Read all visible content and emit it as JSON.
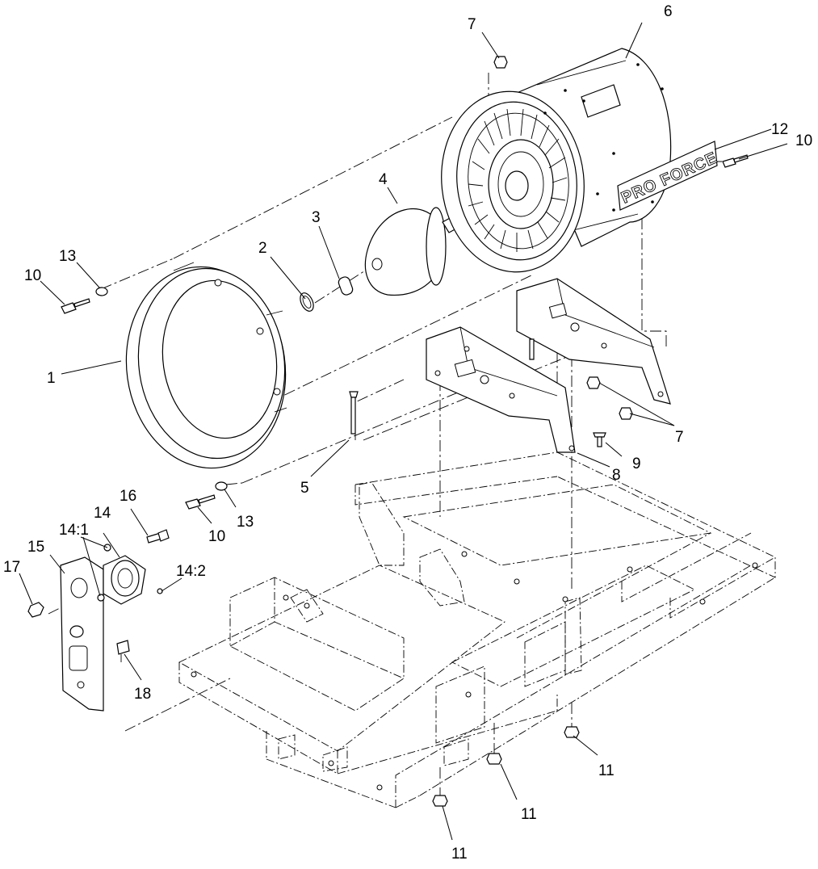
{
  "diagram": {
    "brand_text": "PRO FORCE",
    "callouts": [
      {
        "id": "callout-1",
        "text": "1"
      },
      {
        "id": "callout-2",
        "text": "2"
      },
      {
        "id": "callout-3",
        "text": "3"
      },
      {
        "id": "callout-4",
        "text": "4"
      },
      {
        "id": "callout-5",
        "text": "5"
      },
      {
        "id": "callout-6",
        "text": "6"
      },
      {
        "id": "callout-7-top",
        "text": "7"
      },
      {
        "id": "callout-7-right",
        "text": "7"
      },
      {
        "id": "callout-8",
        "text": "8"
      },
      {
        "id": "callout-9",
        "text": "9"
      },
      {
        "id": "callout-10-left",
        "text": "10"
      },
      {
        "id": "callout-10-right",
        "text": "10"
      },
      {
        "id": "callout-10-bottom",
        "text": "10"
      },
      {
        "id": "callout-11-right",
        "text": "11"
      },
      {
        "id": "callout-11-middle",
        "text": "11"
      },
      {
        "id": "callout-11-bottom",
        "text": "11"
      },
      {
        "id": "callout-12",
        "text": "12"
      },
      {
        "id": "callout-13-left",
        "text": "13"
      },
      {
        "id": "callout-13-bottom",
        "text": "13"
      },
      {
        "id": "callout-14",
        "text": "14"
      },
      {
        "id": "callout-14-1",
        "text": "14:1"
      },
      {
        "id": "callout-14-2",
        "text": "14:2"
      },
      {
        "id": "callout-15",
        "text": "15"
      },
      {
        "id": "callout-16",
        "text": "16"
      },
      {
        "id": "callout-17",
        "text": "17"
      },
      {
        "id": "callout-18",
        "text": "18"
      }
    ]
  }
}
